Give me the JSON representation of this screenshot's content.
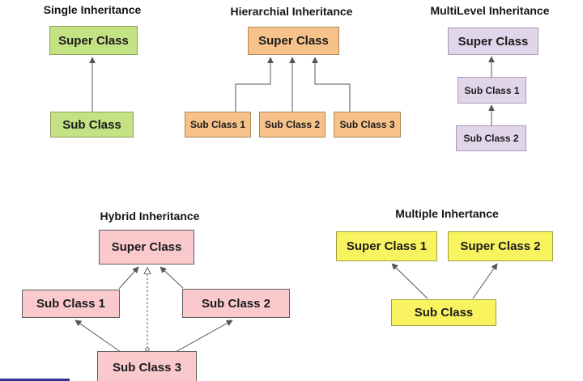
{
  "colors": {
    "background": "#ffffff",
    "text": "#1c1c1c",
    "line": "#555555",
    "green_fill": "#c3e283",
    "green_border": "#8ca15c",
    "orange_fill": "#f6c289",
    "orange_border": "#ad8a59",
    "lavender_fill": "#e0d5ea",
    "lavender_border": "#a89cb3",
    "pink_fill": "#f9c9cc",
    "pink_border": "#5f5f5f",
    "yellow_fill": "#f9f35f",
    "yellow_border": "#9fa040",
    "strip_blue": "#2e3192"
  },
  "sections": {
    "single": {
      "title": "Single Inheritance",
      "boxes": {
        "super": "Super Class",
        "sub": "Sub Class"
      }
    },
    "hierarchical": {
      "title": "Hierarchial Inheritance",
      "boxes": {
        "super": "Super Class",
        "sub1": "Sub Class 1",
        "sub2": "Sub Class 2",
        "sub3": "Sub Class 3"
      }
    },
    "multilevel": {
      "title": "MultiLevel Inheritance",
      "boxes": {
        "super": "Super Class",
        "sub1": "Sub Class 1",
        "sub2": "Sub Class 2"
      }
    },
    "hybrid": {
      "title": "Hybrid Inheritance",
      "boxes": {
        "super": "Super Class",
        "sub1": "Sub Class 1",
        "sub2": "Sub Class 2",
        "sub3": "Sub Class 3"
      }
    },
    "multiple": {
      "title": "Multiple Inhertance",
      "boxes": {
        "super1": "Super Class 1",
        "super2": "Super Class 2",
        "sub": "Sub Class"
      }
    }
  }
}
